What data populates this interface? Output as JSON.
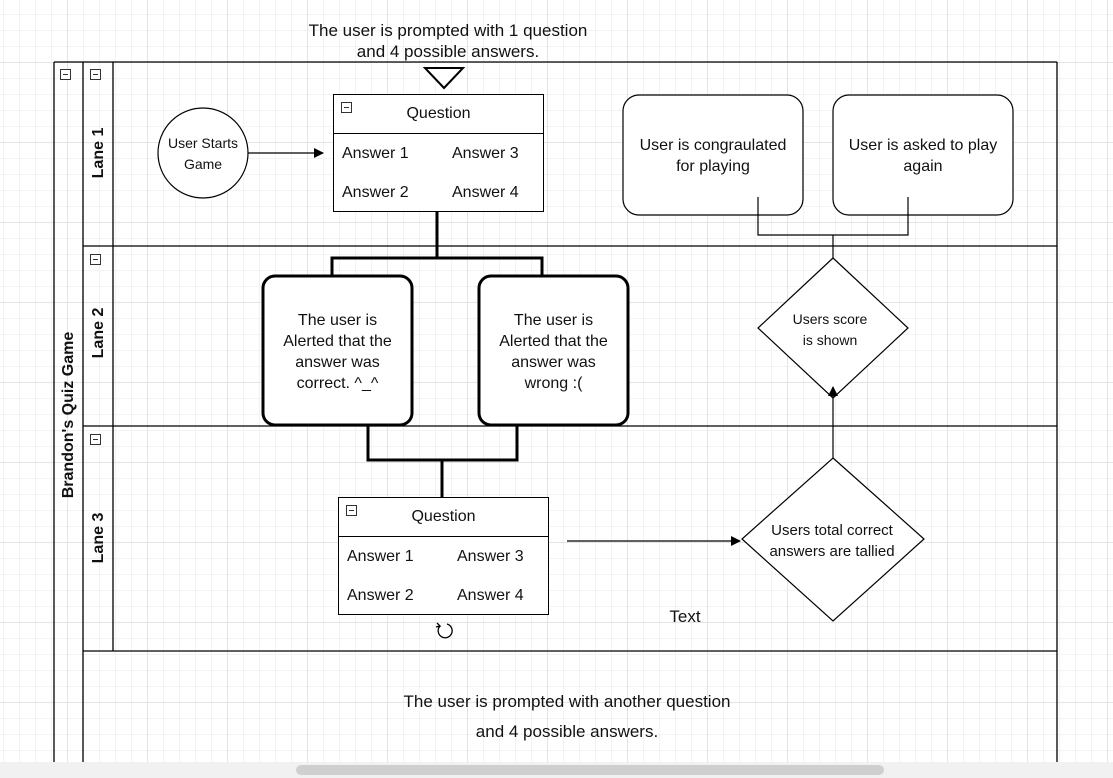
{
  "pool": {
    "title": "Brandon's Quiz Game",
    "lanes": [
      "Lane 1",
      "Lane 2",
      "Lane 3"
    ]
  },
  "top_note": {
    "line1": "The user is prompted with 1 question",
    "line2": "and 4 possible answers."
  },
  "start_event": {
    "line1": "User Starts",
    "line2": "Game"
  },
  "question_table_1": {
    "header": "Question",
    "cells": [
      "Answer  1",
      "Answer  3",
      "Answer 2",
      "Answer 4"
    ]
  },
  "question_table_2": {
    "header": "Question",
    "cells": [
      "Answer  1",
      "Answer  3",
      "Answer 2",
      "Answer 4"
    ]
  },
  "congrats_box": {
    "line1": "User is congraulated",
    "line2": "for playing"
  },
  "play_again_box": {
    "line1": "User is asked to play",
    "line2": "again"
  },
  "correct_box": {
    "line1": "The user is",
    "line2": "Alerted that the",
    "line3": "answer was",
    "line4": "correct. ^_^"
  },
  "wrong_box": {
    "line1": "The user is",
    "line2": "Alerted that the",
    "line3": "answer was",
    "line4": "wrong :("
  },
  "score_diamond": {
    "line1": "Users score",
    "line2": "is shown"
  },
  "tally_diamond": {
    "line1": "Users total correct",
    "line2": "answers are tallied"
  },
  "free_text": "Text",
  "bottom_note": {
    "line1": "The user is prompted with another question",
    "line2": "and 4 possible answers."
  }
}
